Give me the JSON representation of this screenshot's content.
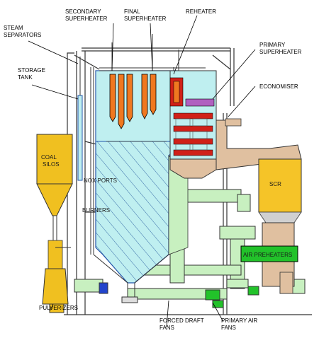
{
  "labels": {
    "secondary_superheater": [
      "SECONDARY",
      "SUPERHEATER"
    ],
    "final_superheater": [
      "FINAL",
      "SUPERHEATER"
    ],
    "reheater": [
      "REHEATER"
    ],
    "steam_separators": [
      "STEAM",
      "SEPARATORS"
    ],
    "primary_superheater": [
      "PRIMARY",
      "SUPERHEATER"
    ],
    "storage_tank": [
      "STORAGE",
      "TANK"
    ],
    "economiser": [
      "ECONOMISER"
    ],
    "coal_silos": [
      "COAL",
      "SILOS"
    ],
    "nox_ports": "NOX PORTS",
    "scr": "SCR",
    "burners": "BURNERS",
    "air_preheaters": "AIR PREHEATERS",
    "pulverizers": "PULVERIZERS",
    "forced_draft_fans": [
      "FORCED DRAFT",
      "FANS"
    ],
    "primary_air_fans": [
      "PRIMARY AIR",
      "FANS"
    ]
  },
  "colors": {
    "furnace": "#bfeff0",
    "hatch": "#3a6ea8",
    "coal": "#f0c020",
    "scr": "#f5c428",
    "duct": "#c8f0c0",
    "air_preheater": "#22c22a",
    "superheater_orange": "#f07820",
    "reheater_red": "#d02018",
    "economiser_purple": "#b060c0",
    "hopper_tan": "#e0c0a0",
    "structure": "#333333"
  }
}
